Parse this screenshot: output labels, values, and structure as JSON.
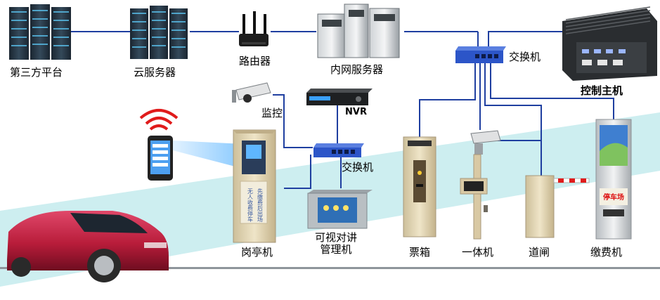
{
  "labels": {
    "third_party_platform": "第三方平台",
    "cloud_server": "云服务器",
    "router": "路由器",
    "intranet_server": "内网服务器",
    "switch_top": "交换机",
    "control_host": "控制主机",
    "monitor": "监控",
    "nvr": "NVR",
    "switch_mid": "交换机",
    "booth_machine": "岗亭机",
    "intercom_manager_line1": "可视对讲",
    "intercom_manager_line2": "管理机",
    "ticket_box": "票箱",
    "all_in_one": "一体机",
    "barrier_gate": "道闸",
    "payment_machine": "缴费机"
  },
  "booth_panel_text": {
    "col1": "无人收费停车",
    "col2": "先缴费后出场"
  },
  "kiosk_screen_text": "停车场",
  "colors": {
    "link_line": "#1f3fa0",
    "ground_band": "#cdeef0",
    "switch_blue": "#2c55c8",
    "car_red": "#b81c3a",
    "booth_body": "#e3d6b4"
  }
}
